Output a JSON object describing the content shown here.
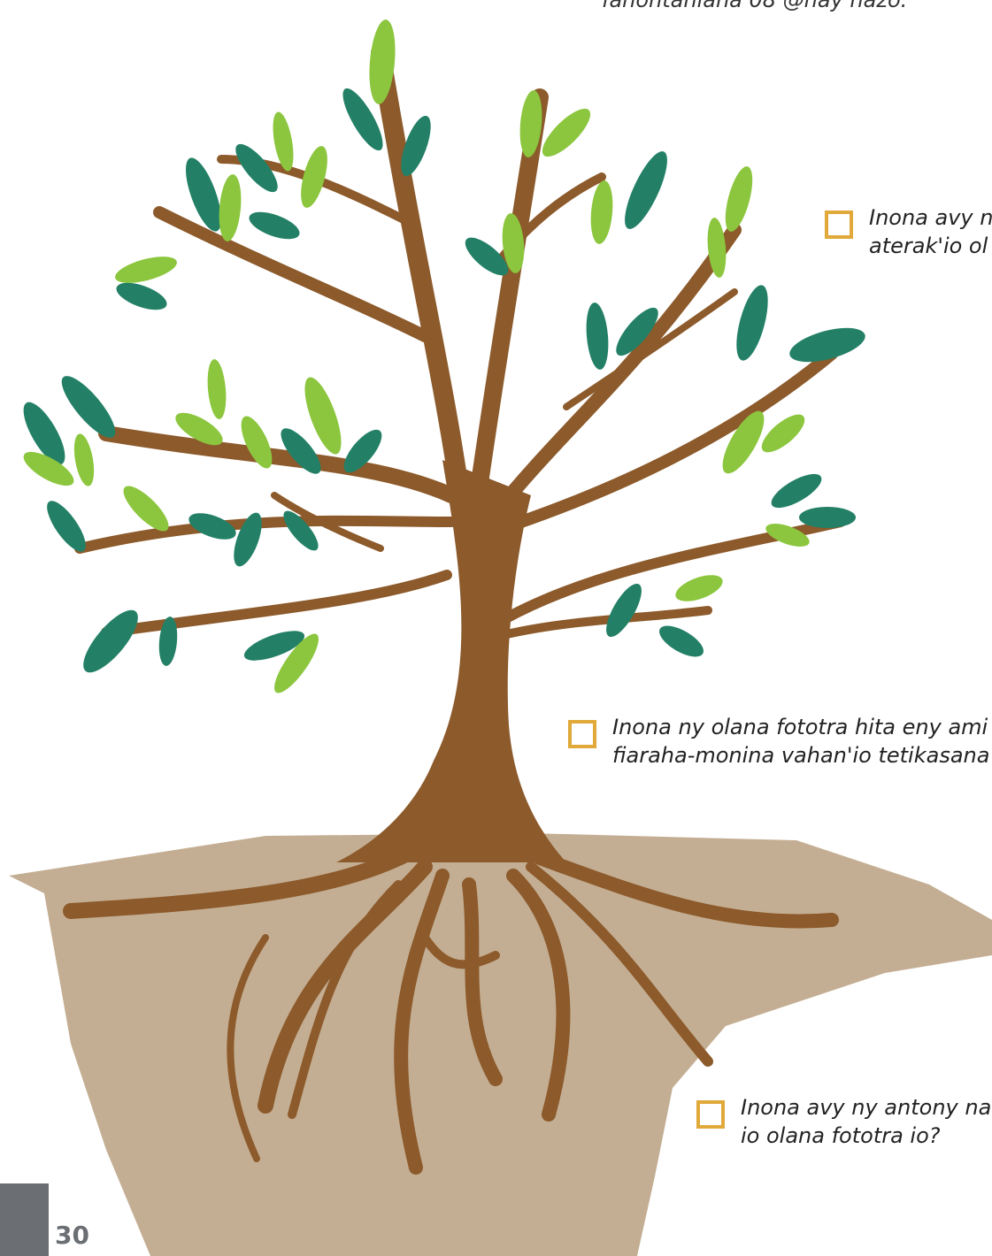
{
  "header": {
    "top_text": "fanontaniana 08 @nay hazo."
  },
  "prompts": [
    {
      "line1": "Inona avy n",
      "line2": "aterak'io ol"
    },
    {
      "line1": "Inona ny olana fototra hita eny ami",
      "line2": "fiaraha-monina vahan'io tetikasana"
    },
    {
      "line1": "Inona avy ny antony na",
      "line2": "io olana fototra io?"
    }
  ],
  "footer": {
    "page_number": "30"
  },
  "colors": {
    "trunk": "#8c5a2b",
    "soil": "#c4ae93",
    "leaf_dark": "#238066",
    "leaf_light": "#8cc63e",
    "checkbox_border": "#e0a93a",
    "page_tab": "#6b6f73"
  }
}
